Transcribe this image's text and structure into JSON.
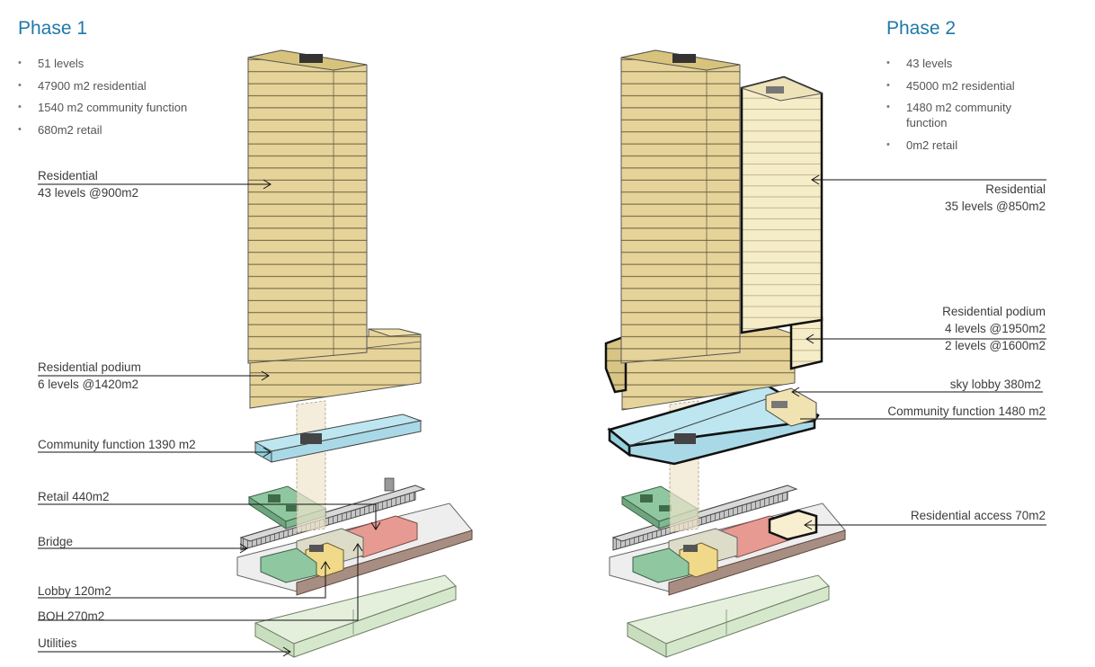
{
  "phase1": {
    "title": "Phase 1",
    "stats": [
      "51 levels",
      "47900 m2 residential",
      "1540 m2 community function",
      "680m2 retail"
    ],
    "labels": {
      "residential": [
        "Residential",
        "43 levels @900m2"
      ],
      "podium": [
        "Residential podium",
        "6 levels @1420m2"
      ],
      "community": "Community function 1390 m2",
      "retail": "Retail 440m2",
      "bridge": "Bridge",
      "lobby": "Lobby 120m2",
      "boh": "BOH 270m2",
      "utilities": "Utilities"
    }
  },
  "phase2": {
    "title": "Phase 2",
    "stats": [
      "43 levels",
      "45000 m2 residential",
      "1480 m2 community function",
      "0m2 retail"
    ],
    "labels": {
      "residential": [
        "Residential",
        "35 levels @850m2"
      ],
      "podium": [
        "Residential podium",
        "4 levels @1950m2",
        "2 levels @1600m2"
      ],
      "sky_lobby": "sky lobby 380m2",
      "community": "Community function 1480 m2",
      "residential_access": "Residential access 70m2"
    }
  },
  "colors": {
    "title": "#1f78a8",
    "residential": "#e6d39a",
    "residential_new": "#f7efcf",
    "community": "#a9d9e6",
    "retail": "#8fc7a0",
    "boh": "#e79a92",
    "lobby": "#f1d98a",
    "utilities": "#d7e9cf",
    "bridge": "#bdbdbd",
    "ground": "#a88e82"
  }
}
